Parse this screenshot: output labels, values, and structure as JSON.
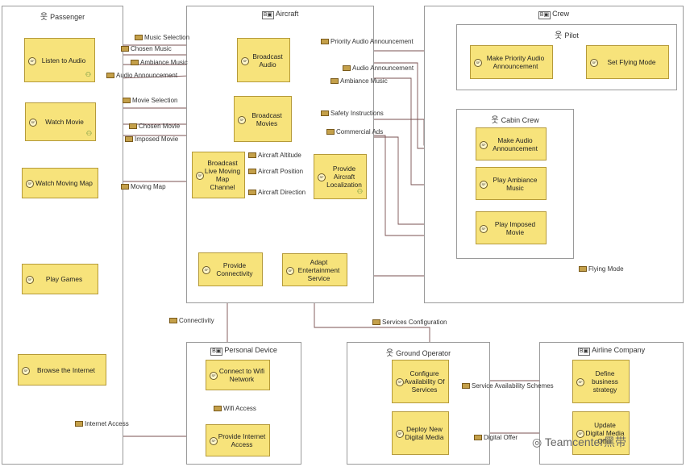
{
  "lanes": {
    "passenger": "Passenger",
    "aircraft": "Aircraft",
    "crew": "Crew",
    "pilot": "Pilot",
    "cabin_crew": "Cabin Crew",
    "personal_device": "Personal Device",
    "ground_operator": "Ground Operator",
    "airline_company": "Airline Company"
  },
  "functions": {
    "listen_audio": "Listen to Audio",
    "watch_movie": "Watch Movie",
    "watch_map": "Watch Moving Map",
    "play_games": "Play Games",
    "browse_internet": "Browse the Internet",
    "broadcast_audio": "Broadcast Audio",
    "broadcast_movies": "Broadcast Movies",
    "broadcast_map": "Broadcast Live Moving Map Channel",
    "aircraft_localization": "Provide Aircraft Localization",
    "provide_connectivity": "Provide Connectivity",
    "adapt_entertainment": "Adapt Entertainment Service",
    "priority_audio": "Make Priority Audio Announcement",
    "set_flying_mode": "Set Flying Mode",
    "make_audio_announcement": "Make Audio Announcement",
    "play_ambiance": "Play Ambiance Music",
    "play_imposed_movie": "Play Imposed Movie",
    "connect_wifi": "Connect to Wifi Network",
    "provide_internet": "Provide Internet Access",
    "configure_services": "Configure Availability Of Services",
    "deploy_media": "Deploy New Digital Media",
    "define_strategy": "Define business strategy",
    "update_media": "Update Digital Media Offer"
  },
  "exchanges": {
    "music_selection": "Music Selection",
    "chosen_music": "Chosen Music",
    "ambiance_music_1": "Ambiance Music",
    "audio_announcement_1": "Audio Announcement",
    "priority_audio": "Priority Audio Announcement",
    "audio_announcement_2": "Audio Announcement",
    "ambiance_music_2": "Ambiance Music",
    "movie_selection": "Movie Selection",
    "safety_instructions": "Safety Instructions",
    "chosen_movie": "Chosen Movie",
    "commercial_ads": "Commercial Ads",
    "imposed_movie": "Imposed Movie",
    "aircraft_altitude": "Aircraft Altitude",
    "aircraft_position": "Aircraft Position",
    "aircraft_direction": "Aircraft Direction",
    "moving_map": "Moving Map",
    "flying_mode": "Flying Mode",
    "connectivity": "Connectivity",
    "services_configuration": "Services Configuration",
    "wifi_access": "Wifi Access",
    "internet_access": "Internet Access",
    "service_availability": "Service Availability Schemes",
    "digital_offer": "Digital Offer"
  },
  "watermark": "Teamcenter黑带",
  "colors": {
    "function_fill": "#f7e37b",
    "function_border": "#b59a3a",
    "link": "#7a5050"
  }
}
